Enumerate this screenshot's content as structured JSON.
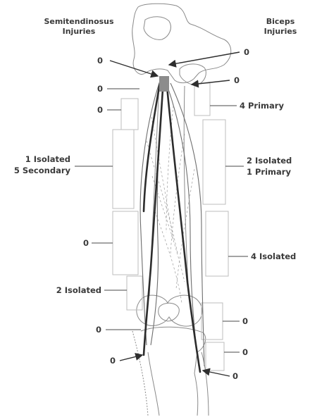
{
  "headers": {
    "semitendinosus_line1": "Semitendinosus",
    "semitendinosus_line2": "Injuries",
    "biceps_line1": "Biceps",
    "biceps_line2": "Injuries"
  },
  "left_labels": {
    "prox_arrow_a": "0",
    "prox_arrow_b": "0",
    "upper": "0",
    "middle_line1": "1 Isolated",
    "middle_line2": "5 Secondary",
    "lower_middle": "0",
    "lower": "2 Isolated",
    "distal_a": "0",
    "distal_b": "0"
  },
  "right_labels": {
    "prox_arrow_a": "0",
    "prox_arrow_b": "0",
    "upper": "4 Primary",
    "middle_line1": "2 Isolated",
    "middle_line2": "1 Primary",
    "lower_middle": "4 Isolated",
    "distal_a": "0",
    "distal_b": "0",
    "distal_c": "0"
  },
  "colors": {
    "tendon": "#2c2c2c",
    "outline": "#6e6e6e",
    "bracket": "#bdbdbd",
    "text": "#3a3a3a"
  }
}
